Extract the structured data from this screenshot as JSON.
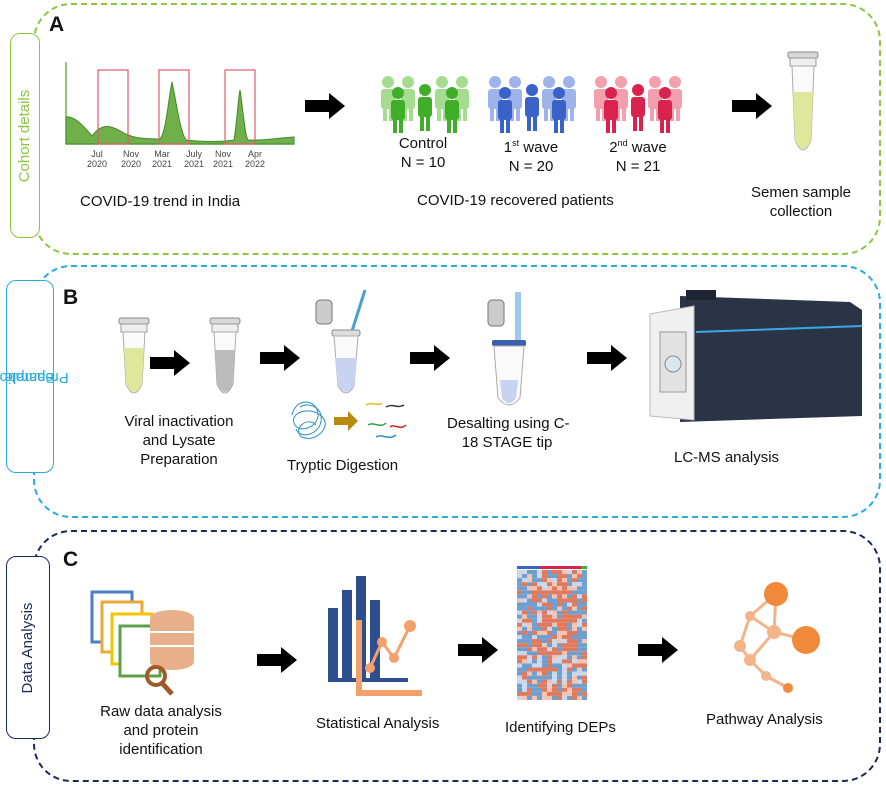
{
  "panels": {
    "a": {
      "letter": "A",
      "side_label": "Cohort details"
    },
    "b": {
      "letter": "B",
      "side_label_1": "Sample",
      "side_label_2": "Preparation"
    },
    "c": {
      "letter": "C",
      "side_label": "Data Analysis"
    }
  },
  "cohort": {
    "trend_caption": "COVID-19 trend in India",
    "axis_ticks": [
      {
        "m": "Jul",
        "y": "2020"
      },
      {
        "m": "Nov",
        "y": "2020"
      },
      {
        "m": "Mar",
        "y": "2021"
      },
      {
        "m": "July",
        "y": "2021"
      },
      {
        "m": "Nov",
        "y": "2021"
      },
      {
        "m": "Apr",
        "y": "2022"
      }
    ],
    "groups": [
      {
        "name": "Control",
        "n": "N = 10",
        "color": "#3fae29"
      },
      {
        "name_pre": "1",
        "name_sup": "st",
        "name_post": " wave",
        "n": "N = 20",
        "color": "#3a63c9"
      },
      {
        "name_pre": "2",
        "name_sup": "nd",
        "name_post": " wave",
        "n": "N = 21",
        "color": "#d9234e"
      }
    ],
    "patients_caption": "COVID-19 recovered patients",
    "semen_caption_1": "Semen sample",
    "semen_caption_2": "collection"
  },
  "prep": {
    "viral_1": "Viral inactivation",
    "viral_2": "and Lysate",
    "viral_3": "Preparation",
    "tryptic": "Tryptic Digestion",
    "desalt_1": "Desalting using C-",
    "desalt_2": "18 STAGE tip",
    "lcms": "LC-MS analysis"
  },
  "analysis": {
    "raw_1": "Raw data analysis",
    "raw_2": "and protein",
    "raw_3": "identification",
    "stat": "Statistical Analysis",
    "deps": "Identifying DEPs",
    "pathway": "Pathway Analysis"
  },
  "colors": {
    "cohort_border": "#8cc63f",
    "prep_border": "#29abe2",
    "analysis_border": "#1b2a5c",
    "chart_fill": "#6fb04a",
    "highlight_box": "#e05a6a",
    "stat_bar": "#2e4f8f",
    "stat_accent": "#f4a06a",
    "pathway": "#f08a3a"
  }
}
